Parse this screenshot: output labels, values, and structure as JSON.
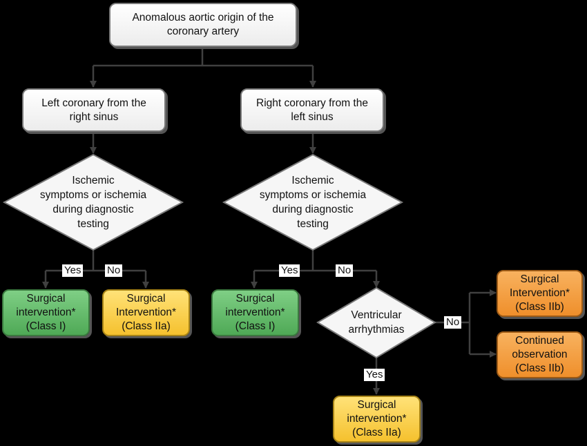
{
  "colors": {
    "background": "#000000",
    "line": "#404040",
    "white_box": "#ffffff",
    "green_box": "#5cb764",
    "yellow_box": "#f8c93a",
    "orange_box": "#f19a38"
  },
  "nodes": {
    "root": "Anomalous aortic origin of the\ncoronary artery",
    "left_coronary": "Left coronary from the\nright sinus",
    "right_coronary": "Right coronary from the\nleft sinus",
    "ischemia_left": "Ischemic\nsymptoms or ischemia\nduring diagnostic\ntesting",
    "ischemia_right": "Ischemic\nsymptoms or ischemia\nduring diagnostic\ntesting",
    "surgical_class1_left": "Surgical\nintervention*\n(Class I)",
    "surgical_class2a_left": "Surgical\nIntervention*\n(Class IIa)",
    "surgical_class1_right": "Surgical\nintervention*\n(Class I)",
    "ventricular_arrhythmias": "Ventricular\narrhythmias",
    "surgical_class2b": "Surgical\nIntervention*\n(Class IIb)",
    "continued_observation": "Continued\nobservation\n(Class IIb)",
    "surgical_class2a_bottom": "Surgical\nintervention*\n(Class IIa)"
  },
  "edge_labels": {
    "left_yes": "Yes",
    "left_no": "No",
    "right_yes": "Yes",
    "right_no": "No",
    "va_no": "No",
    "va_yes": "Yes"
  }
}
